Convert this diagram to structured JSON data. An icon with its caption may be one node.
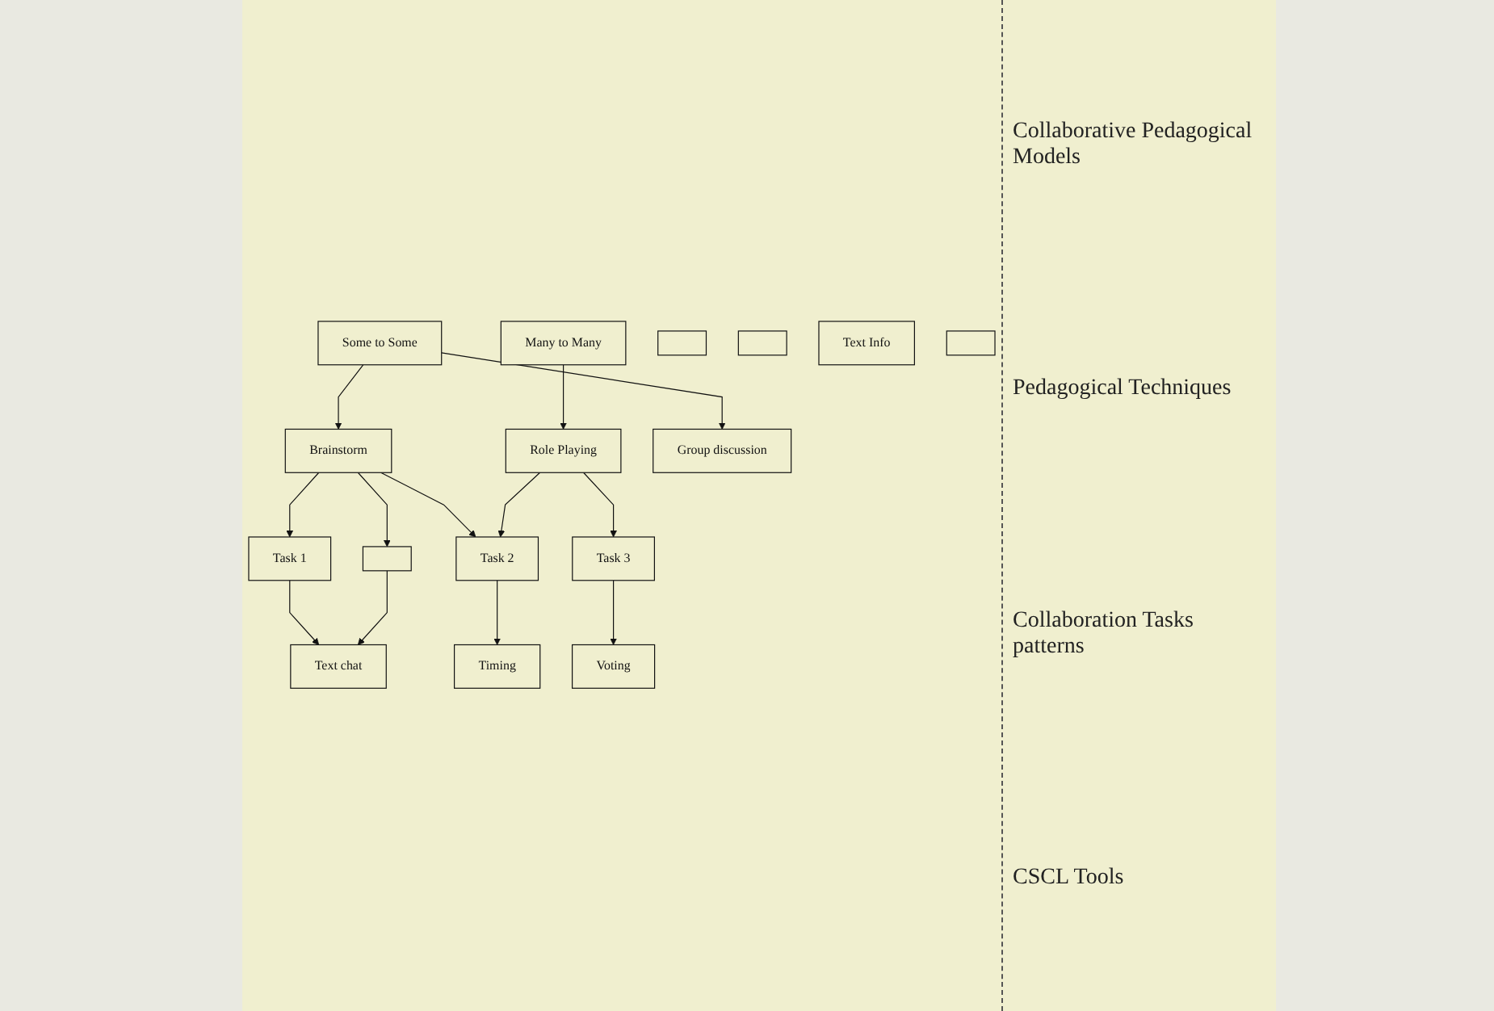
{
  "diagram": {
    "nodes": [
      {
        "text": [
          "Some to Some"
        ]
      },
      {
        "text": [
          "Many to Many"
        ]
      },
      {
        "text": [],
        "shape": "box"
      },
      {
        "text": [
          "Brainstorm"
        ]
      },
      {
        "text": [
          "Role Playing"
        ]
      },
      {
        "text": [
          "Group discussion"
        ]
      },
      {
        "text": [],
        "shape": "box"
      },
      {
        "text": [
          "Task 1"
        ]
      },
      {
        "text": [
          "Task 2"
        ]
      },
      {
        "text": [
          "Task 3"
        ]
      },
      {
        "text": [],
        "shape": "box"
      },
      {
        "text": [
          "Text chat"
        ]
      },
      {
        "text": [
          "Text Info"
        ]
      },
      {
        "text": [
          "Timing"
        ]
      },
      {
        "text": [
          "Voting"
        ]
      },
      {
        "text": [],
        "shape": "box"
      }
    ],
    "edges": [
      {
        "from": 0,
        "to": 3,
        "arrow": "to"
      },
      {
        "from": 0,
        "to": 5,
        "arrow": "to"
      },
      {
        "from": 1,
        "to": 4,
        "arrow": "to"
      },
      {
        "from": 3,
        "to": 7,
        "arrow": "to"
      },
      {
        "from": 3,
        "to": 8,
        "arrow": "to"
      },
      {
        "from": 3,
        "to": 10,
        "arrow": "to"
      },
      {
        "from": 4,
        "to": 8,
        "arrow": "to"
      },
      {
        "from": 4,
        "to": 9,
        "arrow": "to"
      },
      {
        "from": 7,
        "to": 11,
        "arrow": "to"
      },
      {
        "from": 10,
        "to": 11,
        "arrow": "to"
      },
      {
        "from": 8,
        "to": 13,
        "arrow": "to"
      },
      {
        "from": 9,
        "to": 14,
        "arrow": "to"
      }
    ],
    "labels": [
      "Collaborative Pedagogical Models",
      "Pedagogical Techniques",
      "Collaboration Tasks patterns",
      "CSCL Tools"
    ]
  }
}
